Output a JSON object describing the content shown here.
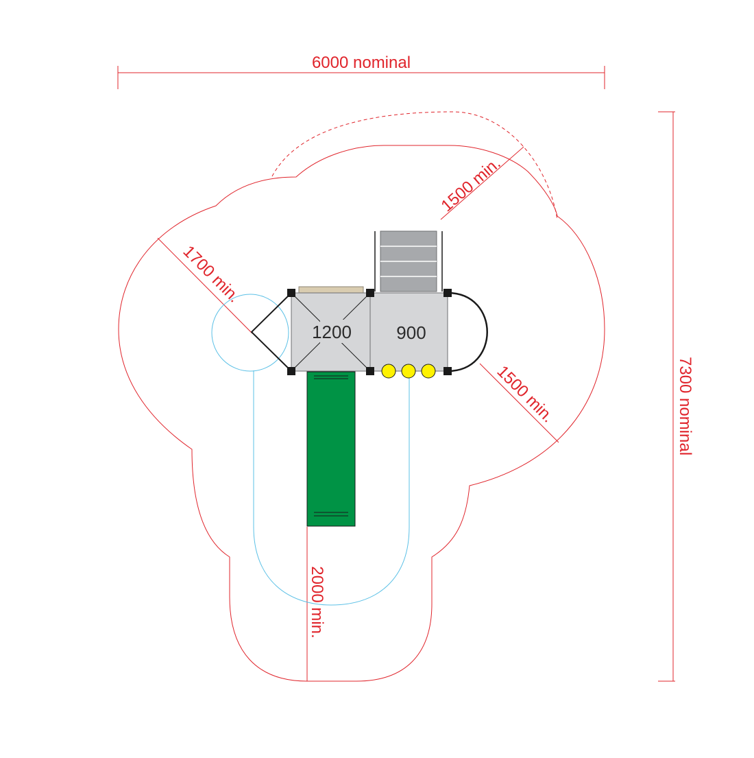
{
  "dimensions": {
    "width_label": "6000 nominal",
    "height_label": "7300 nominal",
    "clearance_top_right": "1500 min.",
    "clearance_left": "1700 min.",
    "clearance_right": "1500 min.",
    "clearance_bottom": "2000 min."
  },
  "decks": {
    "left_label": "1200",
    "right_label": "900"
  },
  "colors": {
    "dimension_red": "#e0242b",
    "impact_area_blue": "#5bc0e6",
    "deck_grey": "#d5d6d8",
    "stair_grey": "#a7a9ac",
    "slide_green": "#009345",
    "post_black": "#1a1a1a",
    "climber_yellow": "#fff200",
    "panel_tan": "#d9ccb0"
  }
}
